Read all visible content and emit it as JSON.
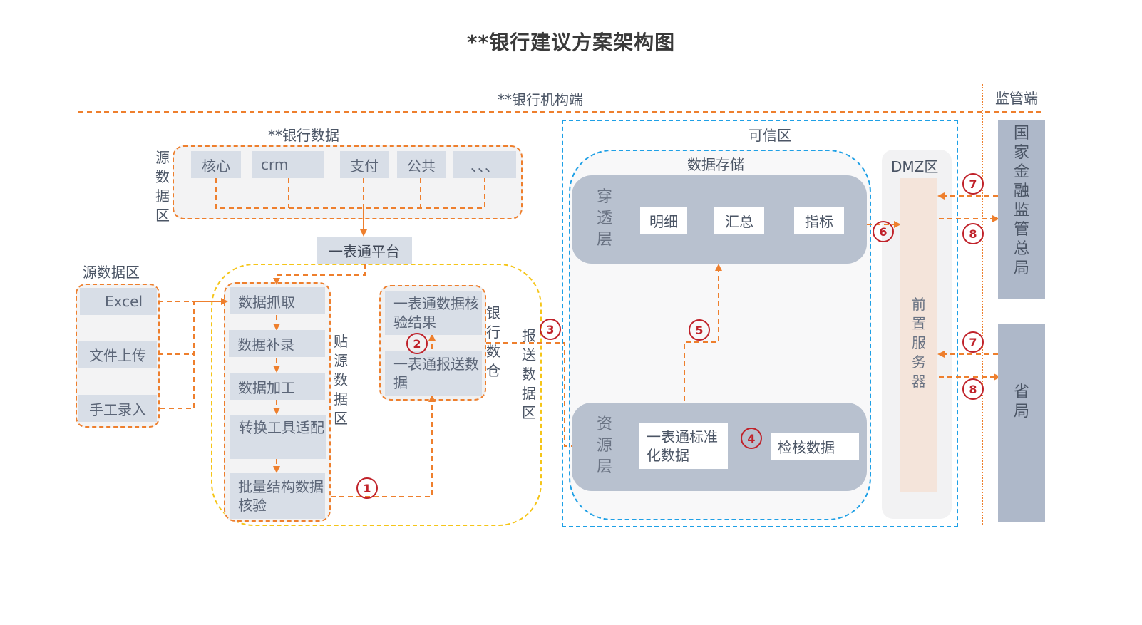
{
  "title": "**银行建议方案架构图",
  "colors": {
    "connector_orange": "#ee7f2d",
    "zone_yellow": "#f5c518",
    "zone_blue": "#1ea0e6",
    "badge_red": "#c0222a",
    "box_gray": "#d8dee7",
    "layer_gray": "#b8c1cf",
    "front_server_bg": "#f4e4da",
    "regulator_bg": "#aeb8c9"
  },
  "zones": {
    "bank_side_label": "**银行机构端",
    "regulator_side_label": "监管端",
    "trusted_zone_label": "可信区",
    "dmz_label": "DMZ区"
  },
  "bank_data": {
    "label": "**银行数据",
    "side_label": "源数据区",
    "sources": [
      "核心",
      "crm",
      "支付",
      "公共",
      "、、、"
    ]
  },
  "platform": {
    "label": "一表通平台"
  },
  "source_zone": {
    "label": "源数据区",
    "items": [
      "Excel",
      "文件上传",
      "手工录入"
    ]
  },
  "pasting_zone": {
    "side_label": "贴源数据区",
    "steps": [
      "数据抓取",
      "数据补录",
      "数据加工",
      "转换工具适配",
      "批量结构数据核验"
    ]
  },
  "warehouse": {
    "side_label": "银行数仓",
    "items": [
      "一表通数据核验结果",
      "一表通报送数据"
    ]
  },
  "report_zone": {
    "label": "报送数据区"
  },
  "data_storage": {
    "label": "数据存储",
    "penetration_layer": {
      "label": "穿透层",
      "items": [
        "明细",
        "汇总",
        "指标"
      ]
    },
    "resource_layer": {
      "label": "资源层",
      "items": [
        "一表通标准化数据",
        "检核数据"
      ]
    }
  },
  "front_server": {
    "label": "前置服务器"
  },
  "regulators": [
    {
      "label": "国家金融监管总局"
    },
    {
      "label": "省局"
    }
  ],
  "steps": [
    "1",
    "2",
    "3",
    "4",
    "5",
    "6",
    "7",
    "8",
    "7",
    "8"
  ]
}
